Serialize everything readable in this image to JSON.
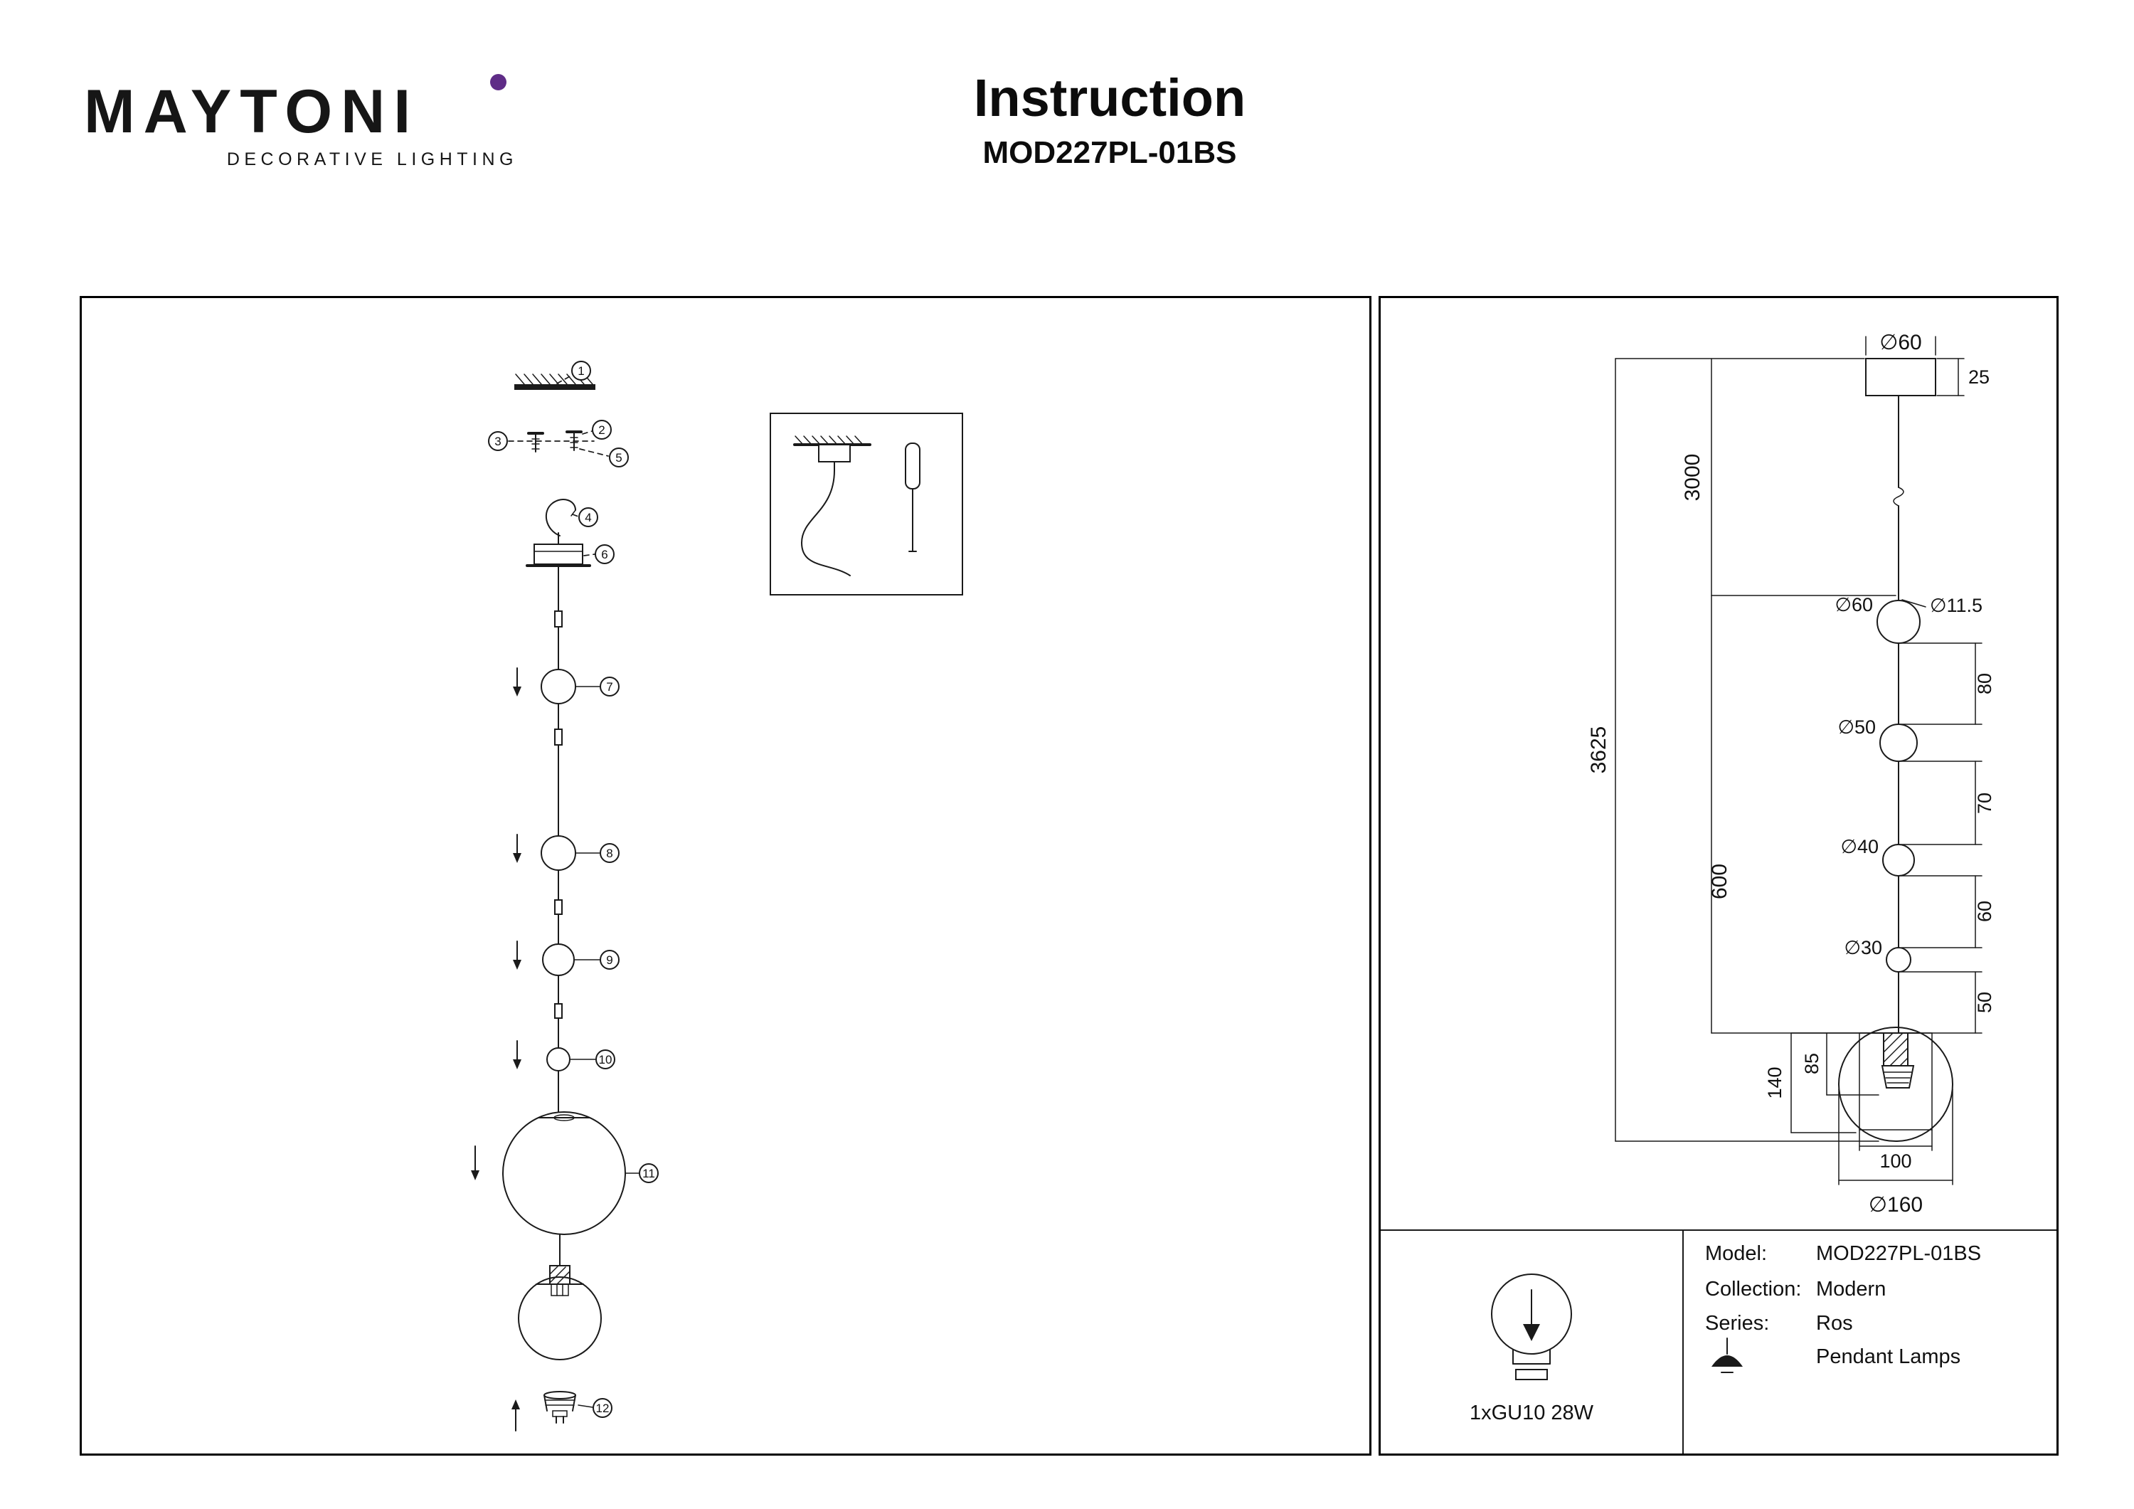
{
  "header": {
    "brand": "MAYTONI",
    "brand_sub": "DECORATIVE LIGHTING",
    "brand_dot_color": "#5f2c87",
    "title": "Instruction",
    "model": "MOD227PL-01BS"
  },
  "assembly": {
    "callouts": [
      "1",
      "2",
      "3",
      "4",
      "5",
      "6",
      "7",
      "8",
      "9",
      "10",
      "11",
      "12"
    ]
  },
  "dims": {
    "canopy_dia": "∅60",
    "canopy_height": "25",
    "cable_length": "3000",
    "total_height": "3625",
    "rod_section": "600",
    "rod_dia": "∅11.5",
    "ball1_dia": "∅60",
    "ball2_dia": "∅50",
    "ball3_dia": "∅40",
    "ball4_dia": "∅30",
    "gap1": "80",
    "gap2": "70",
    "gap3": "60",
    "gap4": "50",
    "shade_height": "140",
    "socket_depth": "85",
    "inner_width": "100",
    "shade_dia": "∅160"
  },
  "spec": {
    "lamp": "1xGU10 28W",
    "model_label": "Model:",
    "model_value": "MOD227PL-01BS",
    "collection_label": "Collection:",
    "collection_value": "Modern",
    "series_label": "Series:",
    "series_value": "Ros",
    "category": "Pendant Lamps"
  }
}
